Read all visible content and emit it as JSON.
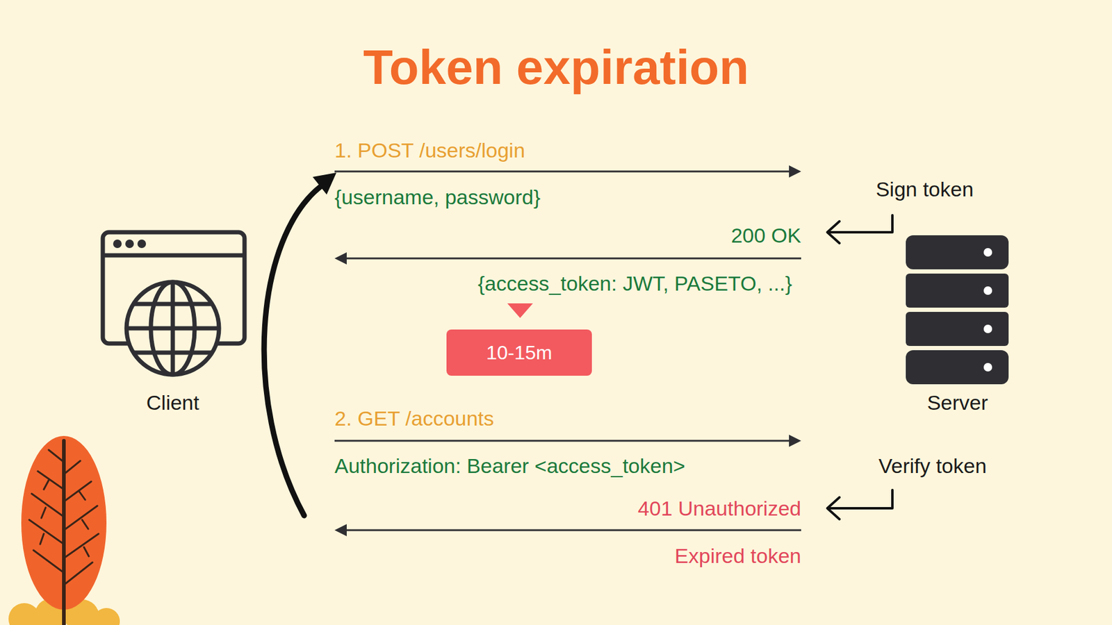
{
  "diagram": {
    "title": "Token expiration",
    "nodes": [
      {
        "text": [
          "Client"
        ]
      },
      {
        "text": [
          "Server"
        ]
      },
      {
        "text": [
          "10-15m"
        ]
      }
    ],
    "edges": [
      {
        "from": 0,
        "to": 1,
        "arrow": "to",
        "label": "1. POST /users/login"
      },
      {
        "from": 1,
        "to": 0,
        "arrow": "to",
        "label": "200 OK"
      },
      {
        "from": 0,
        "to": 1,
        "arrow": "to",
        "label": "2. GET /accounts"
      },
      {
        "from": 1,
        "to": 0,
        "arrow": "to",
        "label": "401 Unauthorized"
      }
    ],
    "labels": [
      "{username, password}",
      "Sign token",
      "{access_token: JWT, PASETO, ...}",
      "Authorization: Bearer <access_token>",
      "Verify token",
      "Expired token"
    ]
  }
}
